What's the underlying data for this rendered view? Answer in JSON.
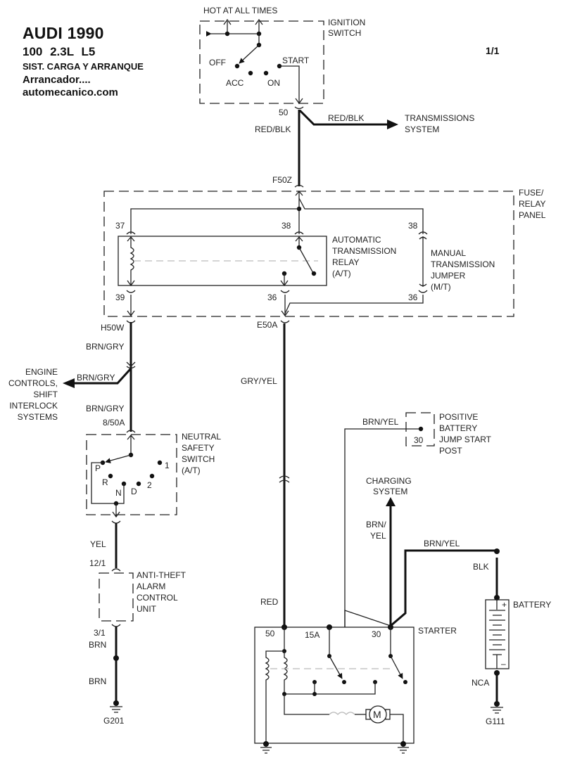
{
  "header": {
    "make_year": "AUDI 1990",
    "model_engine": "100  2.3L  L5",
    "system": "SIST. CARGA Y ARRANQUE",
    "subsystem": "Arrancador....",
    "website": "automecanico.com",
    "page": "1/1"
  },
  "ignition_switch": {
    "hot_label": "HOT AT ALL TIMES",
    "name_lines": [
      "IGNITION",
      "SWITCH"
    ],
    "positions": {
      "off": "OFF",
      "acc": "ACC",
      "on": "ON",
      "start": "START"
    },
    "terminal": "50"
  },
  "wires": {
    "ign_to_fuse": "RED/BLK",
    "ign_to_trans": "RED/BLK",
    "relay_out_left_1": "BRN/GRY",
    "relay_out_left_branch": "BRN/GRY",
    "relay_out_left_2": "BRN/GRY",
    "nss_to_alarm": "YEL",
    "alarm_out": "BRN",
    "alarm_ground": "BRN",
    "relay_out_right": "GRY/YEL",
    "to_starter_50": "RED",
    "jump_post": "BRN/YEL",
    "charging": [
      "BRN/",
      "YEL"
    ],
    "battery_pos": "BRN/YEL",
    "battery_cable": "BLK",
    "battery_neg": "NCA"
  },
  "transmissions_system": [
    "TRANSMISSIONS",
    "SYSTEM"
  ],
  "fuse_relay_panel": {
    "name_lines": [
      "FUSE/",
      "RELAY",
      "PANEL"
    ],
    "input_connector": "F50Z",
    "pins": {
      "p37": "37",
      "p38a": "38",
      "p38b": "38",
      "p39": "39",
      "p36a": "36",
      "p36b": "36"
    },
    "at_relay_lines": [
      "AUTOMATIC",
      "TRANSMISSION",
      "RELAY",
      "(A/T)"
    ],
    "mt_jumper_lines": [
      "MANUAL",
      "TRANSMISSION",
      "JUMPER",
      "(M/T)"
    ],
    "out_left": "H50W",
    "out_right": "E50A"
  },
  "engine_controls": [
    "ENGINE",
    "CONTROLS,",
    "SHIFT",
    "INTERLOCK",
    "SYSTEMS"
  ],
  "neutral_safety_switch": {
    "connector": "8/50A",
    "name_lines": [
      "NEUTRAL",
      "SAFETY",
      "SWITCH",
      "(A/T)"
    ],
    "positions": {
      "p": "P",
      "r": "R",
      "n": "N",
      "d": "D",
      "two": "2",
      "one": "1"
    }
  },
  "alarm_unit": {
    "connector_in": "12/1",
    "connector_out": "3/1",
    "name_lines": [
      "ANTI-THEFT",
      "ALARM",
      "CONTROL",
      "UNIT"
    ]
  },
  "grounds": {
    "left": "G201",
    "battery": "G111"
  },
  "jump_post": {
    "terminal": "30",
    "name_lines": [
      "POSITIVE",
      "BATTERY",
      "JUMP START",
      "POST"
    ]
  },
  "charging_system": [
    "CHARGING",
    "SYSTEM"
  ],
  "battery": {
    "name": "BATTERY",
    "pos": "+",
    "neg": "–"
  },
  "starter": {
    "name": "STARTER",
    "terminals": {
      "t50": "50",
      "t15a": "15A",
      "t30": "30"
    },
    "motor": "M"
  }
}
